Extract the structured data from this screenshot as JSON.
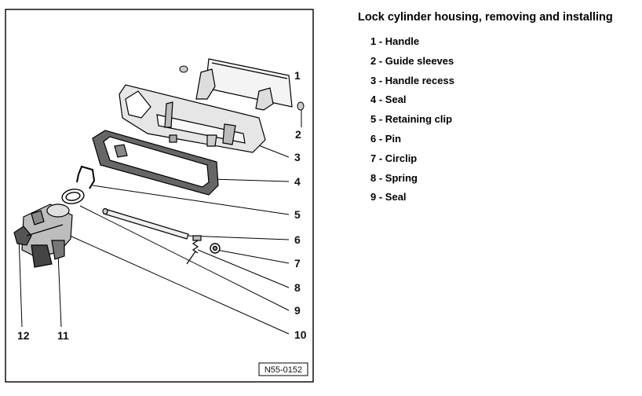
{
  "title": "Lock cylinder housing, removing and installing",
  "parts": [
    {
      "number": "1",
      "label": "Handle"
    },
    {
      "number": "2",
      "label": "Guide sleeves"
    },
    {
      "number": "3",
      "label": "Handle recess"
    },
    {
      "number": "4",
      "label": "Seal"
    },
    {
      "number": "5",
      "label": "Retaining clip"
    },
    {
      "number": "6",
      "label": "Pin"
    },
    {
      "number": "7",
      "label": "Circlip"
    },
    {
      "number": "8",
      "label": "Spring"
    },
    {
      "number": "9",
      "label": "Seal"
    }
  ],
  "callouts": [
    "1",
    "2",
    "3",
    "4",
    "5",
    "6",
    "7",
    "8",
    "9",
    "10",
    "11",
    "12"
  ],
  "reference_code": "N55-0152"
}
